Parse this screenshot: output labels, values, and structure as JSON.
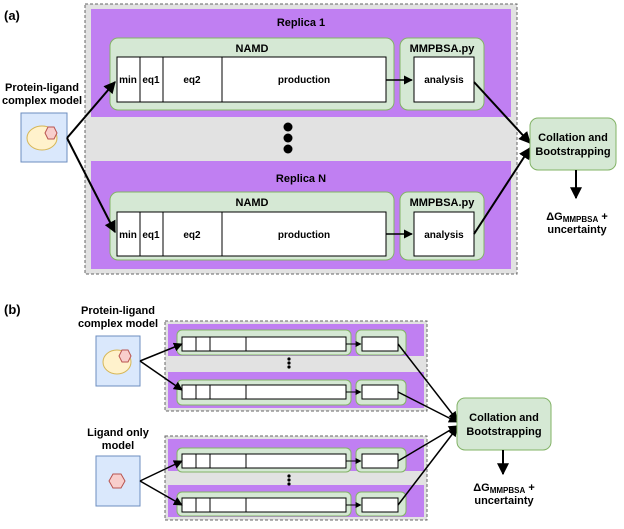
{
  "colors": {
    "purple": "#c07ff2",
    "green_fill": "#d5e8d4",
    "green_stroke": "#82b366",
    "blue_fill": "#dae8fc",
    "blue_stroke": "#6c8ebf",
    "yellow_fill": "#fff2cc",
    "pink_fill": "#f8cecc",
    "pink_stroke": "#b85450",
    "gray": "#e2e2e2",
    "dashed": "#666666"
  },
  "icons": [
    "protein-ligand-icon",
    "ligand-icon",
    "vertical-ellipsis-icon"
  ],
  "panel_a": {
    "label": "(a)",
    "input_label_line1": "Protein-ligand",
    "input_label_line2": "complex model",
    "replica_top": "Replica 1",
    "replica_bottom": "Replica N",
    "namd": "NAMD",
    "mmpbsa": "MMPBSA.py",
    "stages": {
      "min": "min",
      "eq1": "eq1",
      "eq2": "eq2",
      "production": "production"
    },
    "analysis": "analysis",
    "collation_line1": "Collation and",
    "collation_line2": "Bootstrapping",
    "result_prefix": "ΔG",
    "result_sub": "MMPBSA",
    "result_suffix": " +",
    "result_line2": "uncertainty"
  },
  "panel_b": {
    "label": "(b)",
    "complex_label_line1": "Protein-ligand",
    "complex_label_line2": "complex model",
    "ligand_label_line1": "Ligand only",
    "ligand_label_line2": "model",
    "collation_line1": "Collation and",
    "collation_line2": "Bootstrapping",
    "result_prefix": "ΔG",
    "result_sub": "MMPBSA",
    "result_suffix": " +",
    "result_line2": "uncertainty"
  }
}
